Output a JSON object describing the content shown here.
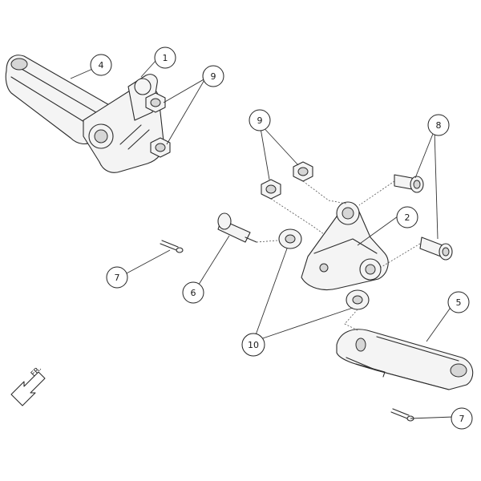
{
  "callouts": {
    "c1": "1",
    "c2": "2",
    "c4": "4",
    "c5": "5",
    "c6": "6",
    "c7a": "7",
    "c7b": "7",
    "c8": "8",
    "c9a": "9",
    "c9b": "9",
    "c10": "10"
  },
  "direction": {
    "label": "FR.",
    "icon": "arrow-down-left-icon"
  }
}
